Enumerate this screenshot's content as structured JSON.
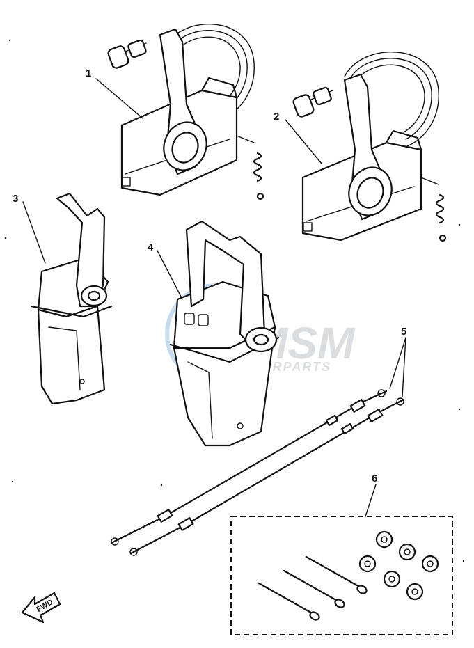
{
  "callouts": [
    {
      "id": "1",
      "label": "1"
    },
    {
      "id": "2",
      "label": "2"
    },
    {
      "id": "3",
      "label": "3"
    },
    {
      "id": "4",
      "label": "4"
    },
    {
      "id": "5",
      "label": "5"
    },
    {
      "id": "6",
      "label": "6"
    }
  ],
  "direction_arrow": {
    "label": "FWD"
  },
  "watermark": {
    "brand": "MSM",
    "sub": "MOTORPARTS"
  }
}
